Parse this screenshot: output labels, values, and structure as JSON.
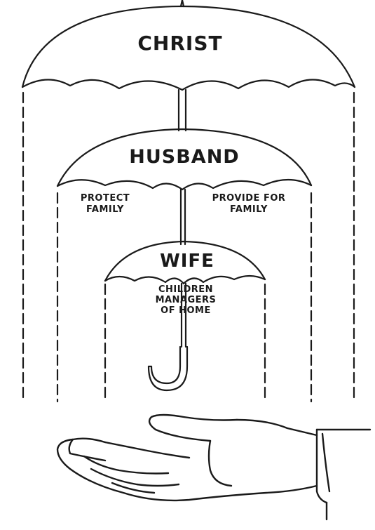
{
  "umbrellas": {
    "top": {
      "label": "CHRIST"
    },
    "middle": {
      "label": "HUSBAND",
      "left_role": "PROTECT\nFAMILY",
      "right_role": "PROVIDE FOR\nFAMILY"
    },
    "bottom": {
      "label": "WIFE",
      "roles": "CHILDREN\nMANAGERS\nOF HOME"
    }
  },
  "colors": {
    "ink": "#1a1a1a",
    "background": "#ffffff"
  },
  "icons": {
    "umbrella": "umbrella-icon",
    "hand": "open-hand-icon"
  }
}
